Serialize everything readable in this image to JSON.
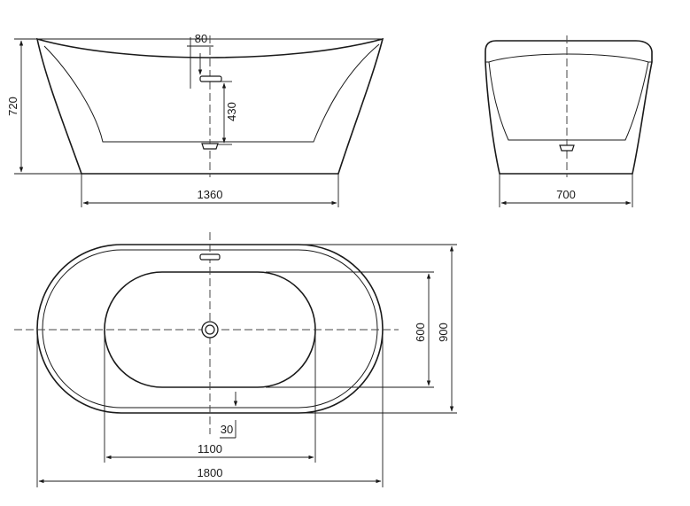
{
  "drawing": {
    "side_view": {
      "total_height": "720",
      "total_length": "1360",
      "drain_offset": "80",
      "overflow_height": "430"
    },
    "end_view": {
      "width": "700"
    },
    "top_view": {
      "total_length": "1800",
      "inner_length": "1100",
      "total_width": "900",
      "inner_width": "600",
      "rim_offset": "30"
    }
  }
}
